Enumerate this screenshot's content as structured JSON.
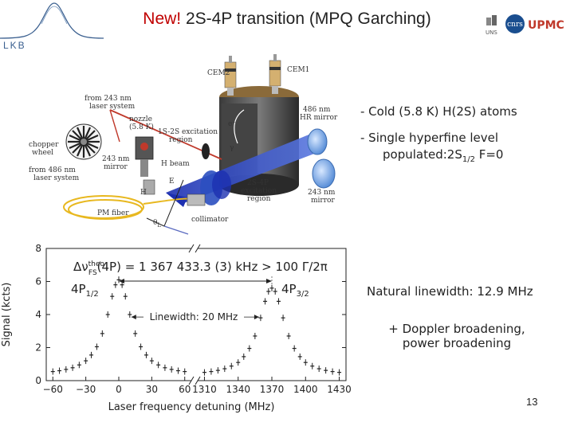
{
  "header": {
    "title_new": "New!",
    "title_rest": " 2S-4P transition (MPQ Garching)",
    "lkb": "LKB",
    "logo_left": "UNS",
    "logo_mid": "cnrs",
    "logo_right": "UPMC"
  },
  "apparatus": {
    "labels": {
      "cem2": "CEM2",
      "cem1": "CEM1",
      "from243": [
        "from 243 nm",
        "laser system"
      ],
      "nozzle": [
        "nozzle",
        "(5.8 K)"
      ],
      "exc1s2s": [
        "1S-2S excitation",
        "region"
      ],
      "hr486": [
        "486 nm",
        "HR mirror"
      ],
      "chopper": [
        "chopper",
        "wheel"
      ],
      "mirror243a": [
        "243 nm",
        "mirror"
      ],
      "hbeam": "H beam",
      "eminus": "e⁻",
      "gamma": "γ",
      "from486": [
        "from 486 nm",
        "laser system"
      ],
      "h": "H",
      "efield": "E",
      "exc2s4p": [
        "2S-4P",
        "excitation",
        "region"
      ],
      "mirror243b": [
        "243 nm",
        "mirror"
      ],
      "pmfiber": "PM fiber",
      "collimator": "collimator",
      "theta": "θ",
      "theta_sub": "L"
    }
  },
  "bullets": {
    "b1": "- Cold (5.8 K) H(2S) atoms",
    "b2": "- Single hyperfine level",
    "b3_pre": "populated:2S",
    "b3_sub": "1/2",
    "b3_post": " F=0"
  },
  "notes": {
    "natural": "Natural linewidth: 12.9 MHz",
    "doppler1": "+ Doppler broadening,",
    "doppler2": "power broadening",
    "linewidth": "Linewidth: 20 MHz"
  },
  "slide_number": "13",
  "chart_data": {
    "type": "scatter",
    "title": "",
    "ylabel": "Signal (kcts)",
    "xlabel": "Laser frequency detuning (MHz)",
    "ylim": [
      0,
      8
    ],
    "yticks": [
      "0",
      "2",
      "4",
      "6",
      "8"
    ],
    "xticks_left": [
      "−60",
      "−30",
      "0",
      "30",
      "60"
    ],
    "xticks_right": [
      "1310",
      "1340",
      "1370",
      "1400",
      "1430"
    ],
    "xlim_left": [
      -66,
      66
    ],
    "xlim_right": [
      1304,
      1436
    ],
    "grid": false,
    "annotation": {
      "pre": "Δν",
      "sup": "theo",
      "sub": "FS",
      "mid": "(4P) = 1 367 433.3 (3) kHz > 100 Γ/2π"
    },
    "peak_labels": [
      {
        "main": "4P",
        "sub": "1/2"
      },
      {
        "main": "4P",
        "sub": "3/2"
      }
    ],
    "series": [
      {
        "name": "4P1/2",
        "x": [
          -60,
          -54,
          -48,
          -42,
          -36,
          -30,
          -25,
          -20,
          -15,
          -10,
          -6,
          -3,
          0,
          3,
          6,
          10,
          15,
          20,
          25,
          30,
          36,
          42,
          48,
          54,
          60
        ],
        "y": [
          0.55,
          0.6,
          0.68,
          0.78,
          0.95,
          1.2,
          1.55,
          2.05,
          2.85,
          4.0,
          5.1,
          5.8,
          6.1,
          5.8,
          5.1,
          4.0,
          2.85,
          2.05,
          1.55,
          1.2,
          0.95,
          0.78,
          0.68,
          0.6,
          0.55
        ]
      },
      {
        "name": "4P3/2",
        "x": [
          1310,
          1316,
          1322,
          1328,
          1334,
          1340,
          1345,
          1350,
          1355,
          1360,
          1364,
          1367,
          1370,
          1373,
          1376,
          1380,
          1385,
          1390,
          1395,
          1400,
          1406,
          1412,
          1418,
          1424,
          1430
        ],
        "y": [
          0.5,
          0.55,
          0.62,
          0.72,
          0.88,
          1.1,
          1.45,
          1.95,
          2.7,
          3.8,
          4.8,
          5.4,
          5.6,
          5.4,
          4.8,
          3.8,
          2.7,
          1.95,
          1.45,
          1.1,
          0.88,
          0.72,
          0.62,
          0.55,
          0.5
        ]
      }
    ]
  }
}
